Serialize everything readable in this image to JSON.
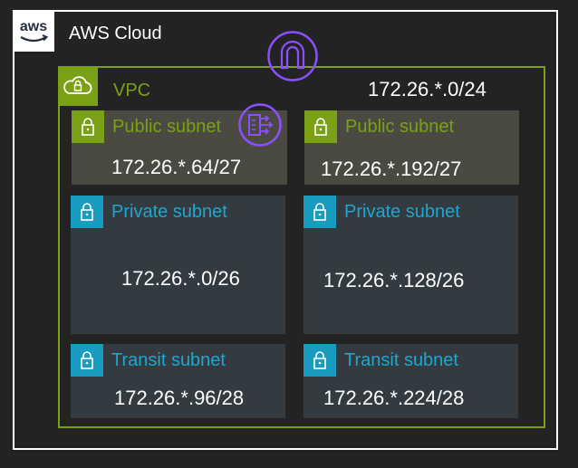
{
  "cloud": {
    "title": "AWS Cloud",
    "logo_text": "aws"
  },
  "vpc": {
    "title": "VPC",
    "cidr": "172.26.*.0/24"
  },
  "subnets": [
    {
      "label": "Public subnet",
      "cidr": "172.26.*.64/27"
    },
    {
      "label": "Public subnet",
      "cidr": "172.26.*.192/27"
    },
    {
      "label": "Private subnet",
      "cidr": "172.26.*.0/26"
    },
    {
      "label": "Private subnet",
      "cidr": "172.26.*.128/26"
    },
    {
      "label": "Transit subnet",
      "cidr": "172.26.*.96/28"
    },
    {
      "label": "Transit subnet",
      "cidr": "172.26.*.224/28"
    }
  ],
  "icons": {
    "internet_gateway": "internet-gateway-icon",
    "nat_gateway": "nat-gateway-icon"
  },
  "colors": {
    "background": "#232323",
    "vpc_green": "#7aa116",
    "private_blue": "#1a9cc0",
    "gateway_purple": "#8c4fff"
  }
}
